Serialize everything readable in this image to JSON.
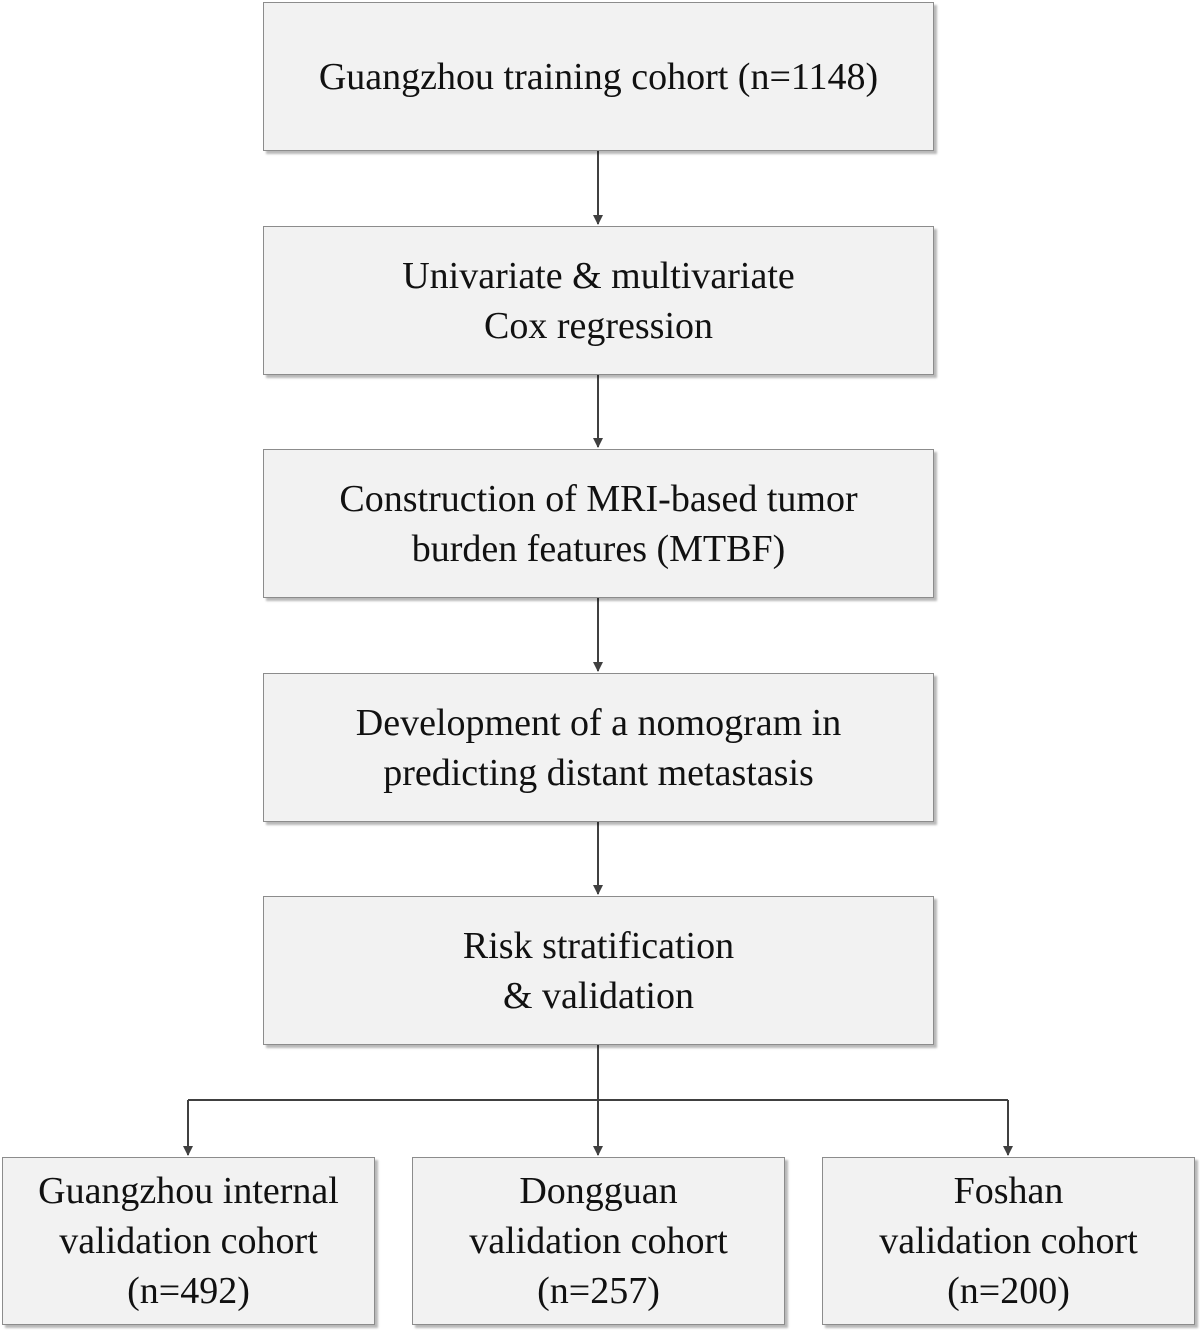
{
  "diagram": {
    "steps": [
      {
        "label": "Guangzhou training cohort (n=1148)"
      },
      {
        "label": "Univariate & multivariate\nCox regression"
      },
      {
        "label": "Construction of MRI-based tumor\nburden features (MTBF)"
      },
      {
        "label": "Development of a nomogram in\npredicting distant metastasis"
      },
      {
        "label": "Risk stratification\n& validation"
      }
    ],
    "cohorts": [
      {
        "label": "Guangzhou internal\nvalidation cohort\n(n=492)"
      },
      {
        "label": "Dongguan\nvalidation cohort\n(n=257)"
      },
      {
        "label": "Foshan\nvalidation cohort\n(n=200)"
      }
    ]
  },
  "colors": {
    "box_fill": "#f2f2f2",
    "box_border": "#8c8c8c",
    "connector": "#404040",
    "text": "#111111"
  }
}
